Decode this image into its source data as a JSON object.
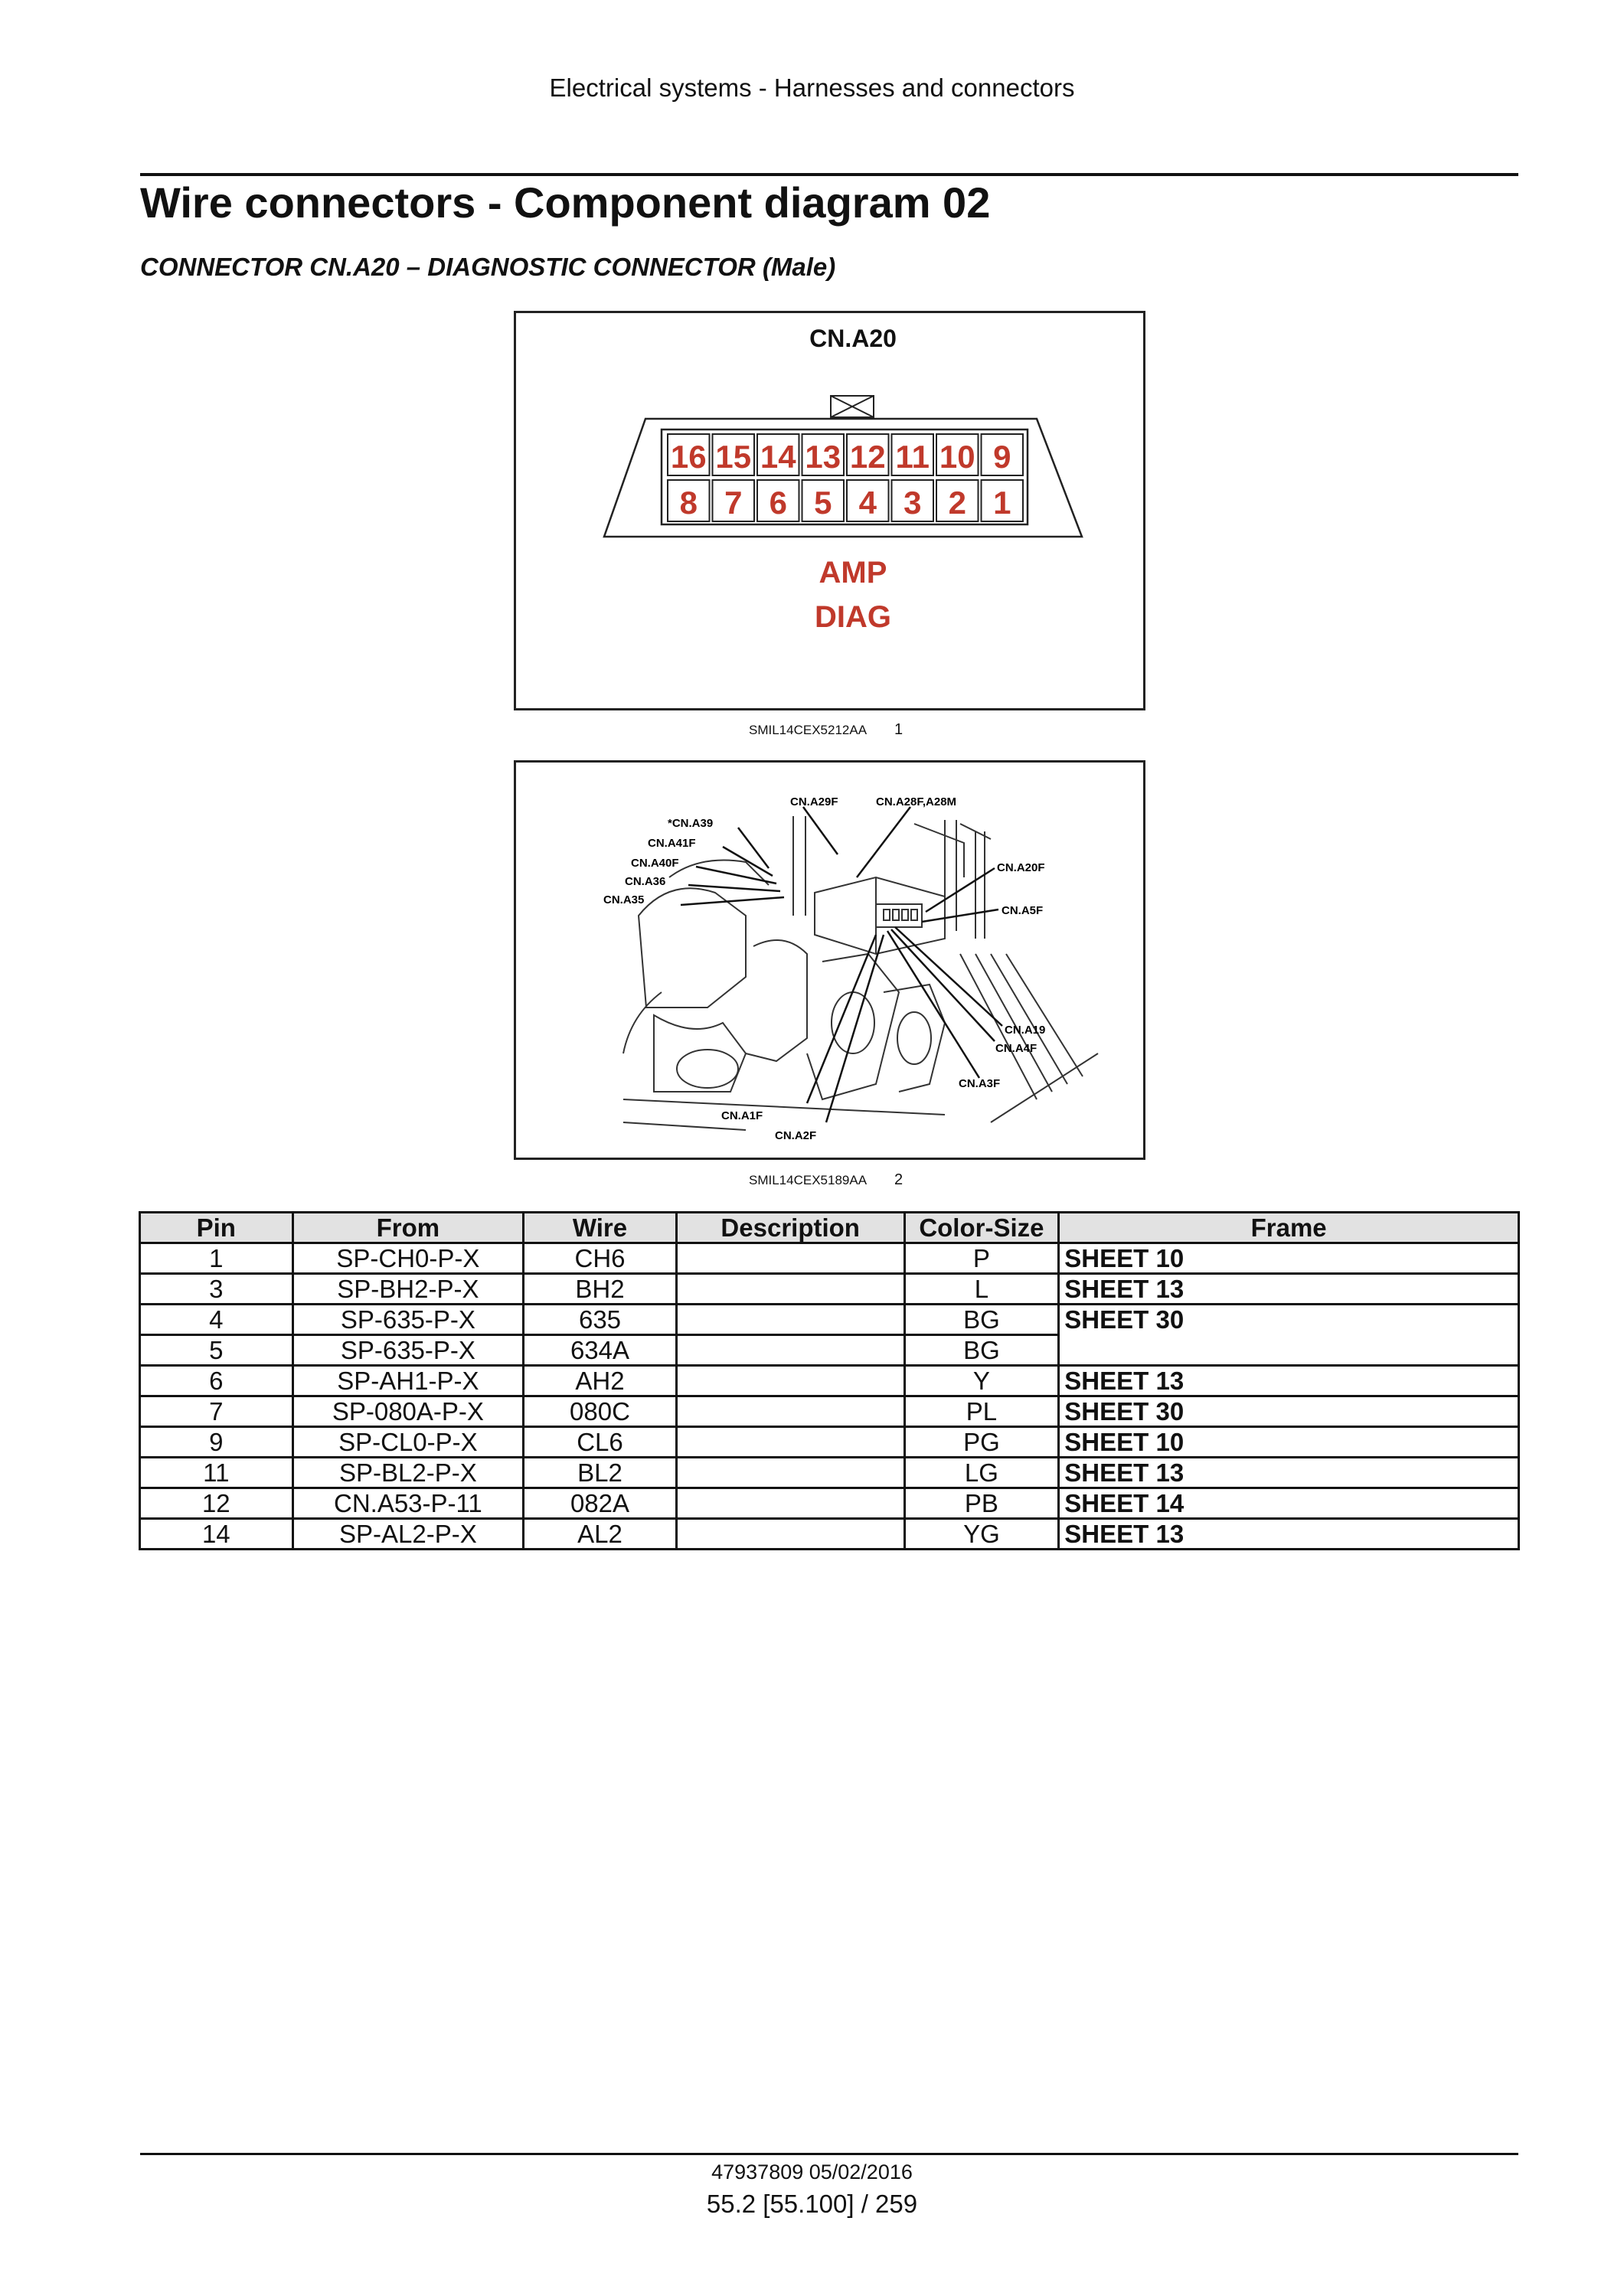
{
  "header": {
    "running_title": "Electrical systems - Harnesses and connectors"
  },
  "title": "Wire connectors - Component diagram 02",
  "section_title": "CONNECTOR CN.A20 – DIAGNOSTIC CONNECTOR (Male)",
  "figure1": {
    "connector_name": "CN.A20",
    "pins_top": [
      "16",
      "15",
      "14",
      "13",
      "12",
      "11",
      "10",
      "9"
    ],
    "pins_bottom": [
      "8",
      "7",
      "6",
      "5",
      "4",
      "3",
      "2",
      "1"
    ],
    "label_line1": "AMP",
    "label_line2": "DIAG",
    "caption_code": "SMIL14CEX5212AA",
    "caption_number": "1",
    "accent_color": "#c0392b"
  },
  "figure2": {
    "callouts": [
      "CN.A29F",
      "CN.A28F,A28M",
      "*CN.A39",
      "CN.A41F",
      "CN.A40F",
      "CN.A36",
      "CN.A35",
      "CN.A20F",
      "CN.A5F",
      "CN.A19",
      "CN.A4F",
      "CN.A3F",
      "CN.A1F",
      "CN.A2F"
    ],
    "caption_code": "SMIL14CEX5189AA",
    "caption_number": "2"
  },
  "table": {
    "headers": [
      "Pin",
      "From",
      "Wire",
      "Description",
      "Color-Size",
      "Frame"
    ],
    "rows": [
      {
        "pin": "1",
        "from": "SP-CH0-P-X",
        "wire": "CH6",
        "description": "",
        "color_size": "P",
        "frame": "SHEET 10"
      },
      {
        "pin": "3",
        "from": "SP-BH2-P-X",
        "wire": "BH2",
        "description": "",
        "color_size": "L",
        "frame": "SHEET 13"
      },
      {
        "pin": "4",
        "from": "SP-635-P-X",
        "wire": "635",
        "description": "",
        "color_size": "BG",
        "frame": "SHEET 30"
      },
      {
        "pin": "5",
        "from": "SP-635-P-X",
        "wire": "634A",
        "description": "",
        "color_size": "BG",
        "frame": ""
      },
      {
        "pin": "6",
        "from": "SP-AH1-P-X",
        "wire": "AH2",
        "description": "",
        "color_size": "Y",
        "frame": "SHEET 13"
      },
      {
        "pin": "7",
        "from": "SP-080A-P-X",
        "wire": "080C",
        "description": "",
        "color_size": "PL",
        "frame": "SHEET 30"
      },
      {
        "pin": "9",
        "from": "SP-CL0-P-X",
        "wire": "CL6",
        "description": "",
        "color_size": "PG",
        "frame": "SHEET 10"
      },
      {
        "pin": "11",
        "from": "SP-BL2-P-X",
        "wire": "BL2",
        "description": "",
        "color_size": "LG",
        "frame": "SHEET 13"
      },
      {
        "pin": "12",
        "from": "CN.A53-P-11",
        "wire": "082A",
        "description": "",
        "color_size": "PB",
        "frame": "SHEET 14"
      },
      {
        "pin": "14",
        "from": "SP-AL2-P-X",
        "wire": "AL2",
        "description": "",
        "color_size": "YG",
        "frame": "SHEET 13"
      }
    ]
  },
  "footer": {
    "doc_id": "47937809 05/02/2016",
    "page_number": "55.2 [55.100] / 259"
  }
}
